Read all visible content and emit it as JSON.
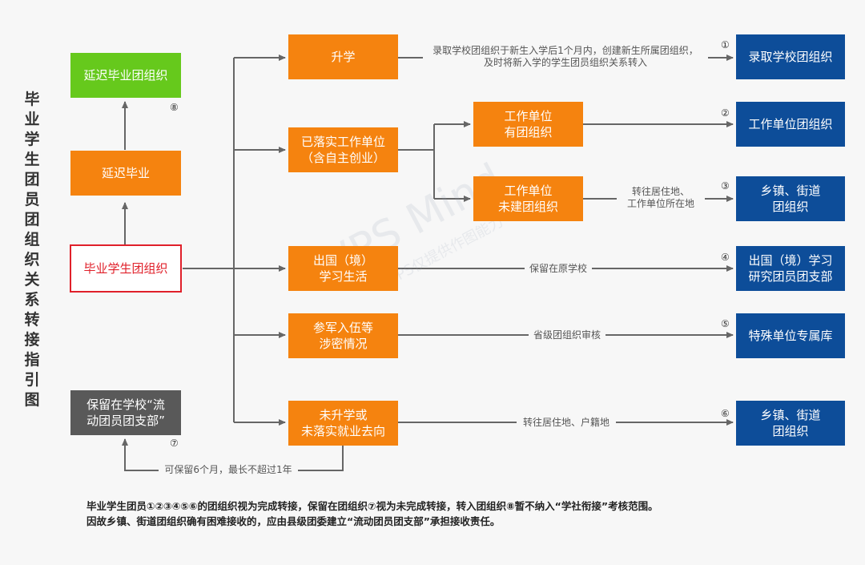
{
  "title": "毕业学生团员团组织关系转接指引图",
  "nodes": {
    "source": "毕业学生团组织",
    "delay_grad": "延迟毕业",
    "delay_org": "延迟毕业团组织",
    "retain": "保留在学校“流\n动团员团支部”",
    "further_study": "升学",
    "employed": "已落实工作单位\n（含自主创业）",
    "work_has_org": "工作单位\n有团组织",
    "work_no_org": "工作单位\n未建团组织",
    "abroad": "出国（境）\n学习生活",
    "military": "参军入伍等\n涉密情况",
    "unemployed": "未升学或\n未落实就业去向",
    "dest_school": "录取学校团组织",
    "dest_work": "工作单位团组织",
    "dest_town1": "乡镇、街道\n团组织",
    "dest_abroad": "出国（境）学习\n研究团员团支部",
    "dest_special": "特殊单位专属库",
    "dest_town2": "乡镇、街道\n团组织"
  },
  "labels": {
    "school": "录取学校团组织于新生入学后1个月内，创建新生所属团组织，\n及时将新入学的学生团员组织关系转入",
    "town1": "转往居住地、\n工作单位所在地",
    "abroad": "保留在原学校",
    "military": "省级团组织审核",
    "town2": "转往居住地、户籍地",
    "retain": "可保留6个月，最长不超过1年"
  },
  "numbers": [
    "①",
    "②",
    "③",
    "④",
    "⑤",
    "⑥",
    "⑦",
    "⑧"
  ],
  "footnote": {
    "line1": "毕业学生团员①②③④⑤⑥的团组织视为完成转接，保留在团组织⑦视为未完成转接，转入团组织⑧暂不纳入“学社衔接”考核范围。",
    "line2": "因故乡镇、街道团组织确有困难接收的，应由县级团委建立“流动团员团支部”承担接收责任。"
  },
  "watermark": {
    "main": "WPS Mind",
    "sub": "WPS仅提供作图能力"
  },
  "colors": {
    "orange": "#f5830f",
    "green": "#66c91c",
    "blue": "#0d4d99",
    "gray": "#595959",
    "red": "#e0202a",
    "line": "#666666"
  }
}
